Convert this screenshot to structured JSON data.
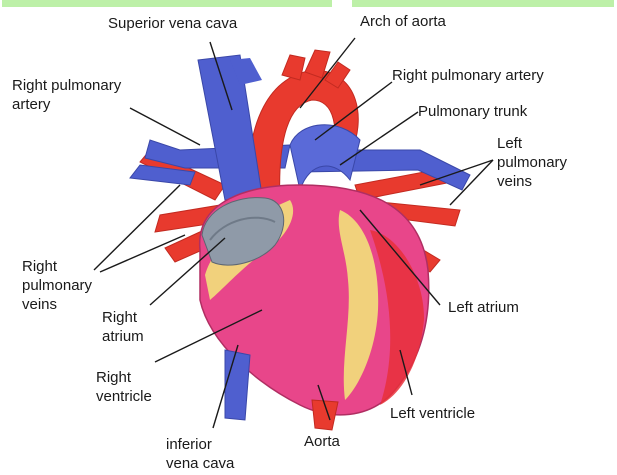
{
  "colors": {
    "artery_red": "#e83a2e",
    "vein_blue": "#4f5fcf",
    "myocardium_pink": "#e8468a",
    "fat_yellow": "#f2e07a",
    "atrium_gray": "#8f9aa8",
    "band_green": "#bdf0a8"
  },
  "labels": {
    "svc": "Superior vena cava",
    "arch": "Arch of aorta",
    "rpa": "Right pulmonary artery",
    "rpa_left": [
      "Right pulmonary",
      "artery"
    ],
    "trunk": "Pulmonary trunk",
    "lpv": [
      "Left",
      "pulmonary",
      "veins"
    ],
    "rpv": [
      "Right",
      "pulmonary",
      "veins"
    ],
    "ra": [
      "Right",
      "atrium"
    ],
    "la": "Left atrium",
    "rv": [
      "Right",
      "ventricle"
    ],
    "lv": "Left ventricle",
    "ivc": [
      "inferior",
      "vena cava"
    ],
    "aorta": "Aorta"
  }
}
